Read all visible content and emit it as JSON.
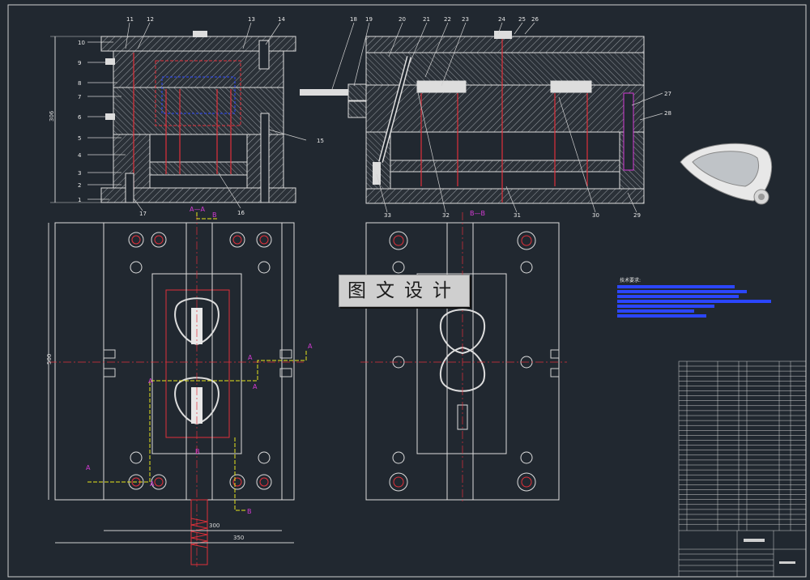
{
  "drawing": {
    "top_left_callouts": [
      "1",
      "2",
      "3",
      "4",
      "5",
      "6",
      "7",
      "8",
      "9",
      "10",
      "11",
      "12",
      "13",
      "14",
      "15",
      "16",
      "17"
    ],
    "top_right_callouts": [
      "18",
      "19",
      "20",
      "21",
      "22",
      "23",
      "24",
      "25",
      "26",
      "27",
      "28",
      "29",
      "30",
      "31",
      "32",
      "33"
    ],
    "section_labels": {
      "aa": "A—A",
      "bb": "B—B"
    },
    "cut_letters": {
      "a": "A",
      "b": "B"
    },
    "dims": {
      "height_top": "306",
      "height_bottom": "500",
      "width_inner": "300",
      "width_outer": "350"
    },
    "stamp_text": "图文设计",
    "tech_title": "技术要求:",
    "colors": {
      "line": "#d8d8d8",
      "red": "#e0303a",
      "blue": "#2b46ff",
      "yellow": "#e6e61c",
      "magenta": "#d33bd3",
      "bg": "#212830",
      "hatch": "#8a8f96"
    }
  }
}
